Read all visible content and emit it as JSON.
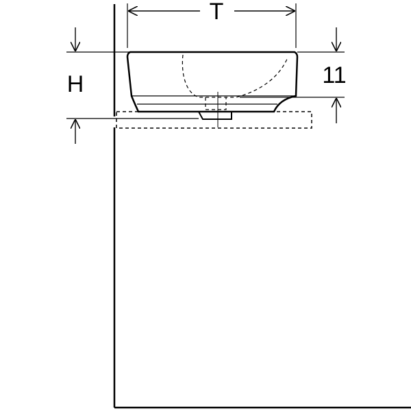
{
  "dimensions": {
    "depth_label": "T",
    "height_label": "H",
    "rim_height_value": "11"
  },
  "colors": {
    "line": "#000000",
    "background": "#ffffff"
  }
}
